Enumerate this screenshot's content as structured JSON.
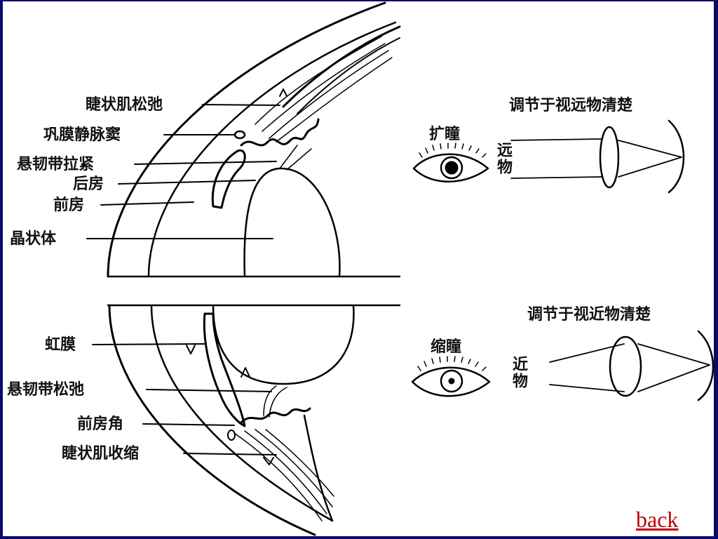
{
  "labels": {
    "ciliary_relax": "睫状肌松弛",
    "scleral_sinus": "巩膜静脉窦",
    "zonule_tight": "悬韧带拉紧",
    "posterior_chamber": "后房",
    "anterior_chamber": "前房",
    "lens": "晶状体",
    "iris": "虹膜",
    "zonule_relax": "悬韧带松弛",
    "chamber_angle": "前房角",
    "ciliary_contract": "睫状肌收缩"
  },
  "far_panel": {
    "title": "调节于视远物清楚",
    "pupil_label": "扩瞳",
    "object_label": "远物"
  },
  "near_panel": {
    "title": "调节于视近物清楚",
    "pupil_label": "缩瞳",
    "object_label": "近物"
  },
  "nav": {
    "back": "back"
  }
}
